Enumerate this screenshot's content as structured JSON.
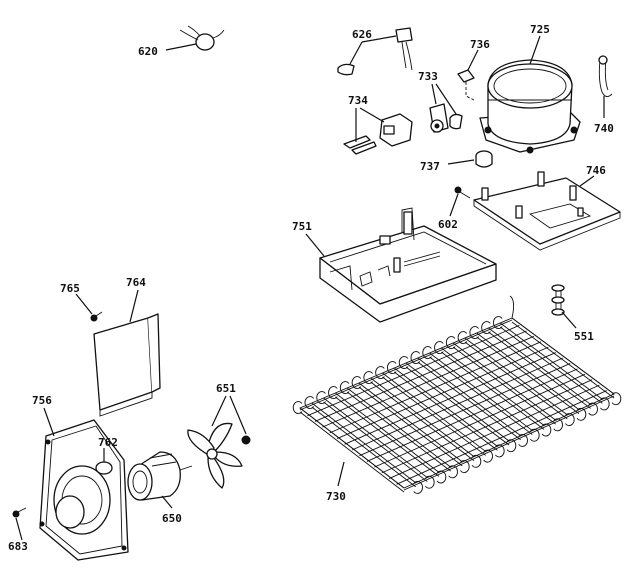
{
  "parts": [
    {
      "id": "620",
      "label": "620"
    },
    {
      "id": "626",
      "label": "626"
    },
    {
      "id": "736",
      "label": "736"
    },
    {
      "id": "725",
      "label": "725"
    },
    {
      "id": "733",
      "label": "733"
    },
    {
      "id": "734",
      "label": "734"
    },
    {
      "id": "740",
      "label": "740"
    },
    {
      "id": "737",
      "label": "737"
    },
    {
      "id": "746",
      "label": "746"
    },
    {
      "id": "751",
      "label": "751"
    },
    {
      "id": "602",
      "label": "602"
    },
    {
      "id": "551",
      "label": "551"
    },
    {
      "id": "765",
      "label": "765"
    },
    {
      "id": "764",
      "label": "764"
    },
    {
      "id": "756",
      "label": "756"
    },
    {
      "id": "762",
      "label": "762"
    },
    {
      "id": "651",
      "label": "651"
    },
    {
      "id": "650",
      "label": "650"
    },
    {
      "id": "730",
      "label": "730"
    },
    {
      "id": "683",
      "label": "683"
    }
  ]
}
